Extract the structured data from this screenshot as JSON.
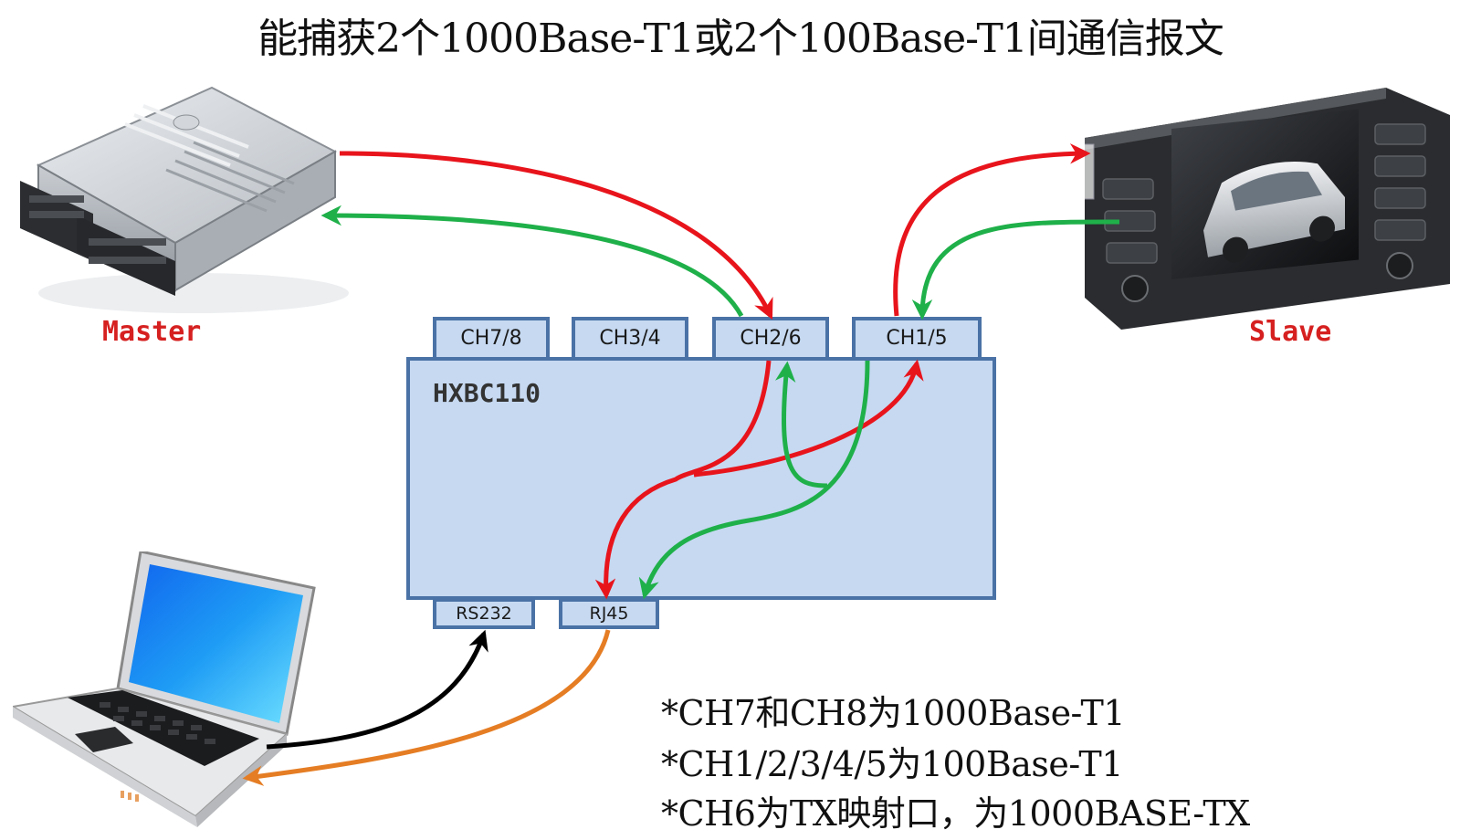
{
  "title": "能捕获2个1000Base-T1或2个100Base-T1间通信报文",
  "roles": {
    "master": "Master",
    "slave": "Slave"
  },
  "device": {
    "name": "HXBC110",
    "top_ports": [
      "CH7/8",
      "CH3/4",
      "CH2/6",
      "CH1/5"
    ],
    "bottom_ports": [
      "RS232",
      "RJ45"
    ]
  },
  "notes": [
    "*CH7和CH8为1000Base-T1",
    "*CH1/2/3/4/5为100Base-T1",
    "*CH6为TX映射口，为1000BASE-TX"
  ],
  "colors": {
    "red_arrow": "#e8141c",
    "green_arrow": "#1fb04a",
    "black_arrow": "#000000",
    "orange_arrow": "#e57d24",
    "device_fill": "#c6d9f1",
    "device_border": "#4a72a6",
    "role_text": "#d62020"
  },
  "icons": {
    "master": "ecu-module-icon",
    "slave": "car-display-headunit-icon",
    "pc": "laptop-icon"
  }
}
